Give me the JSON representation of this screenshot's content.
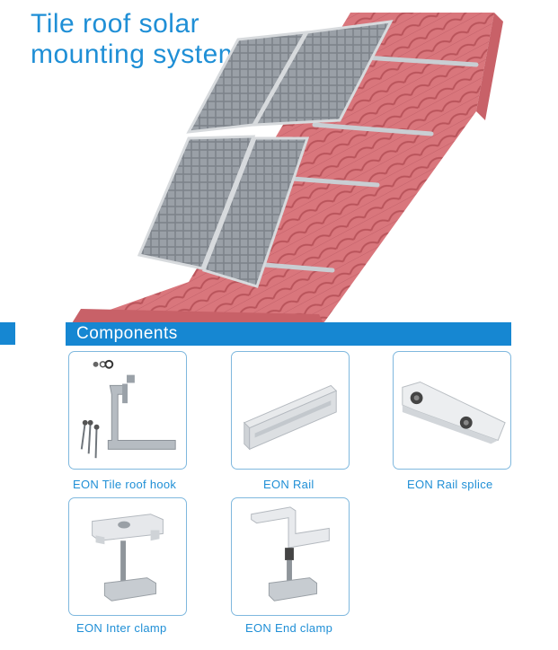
{
  "title": {
    "line1": "Tile roof solar",
    "line2": "mounting system"
  },
  "section": {
    "title": "Components"
  },
  "components": [
    {
      "label": "EON  Tile roof hook"
    },
    {
      "label": "EON  Rail"
    },
    {
      "label": "EON  Rail splice"
    },
    {
      "label": "EON  Inter  clamp"
    },
    {
      "label": "EON  End clamp"
    }
  ],
  "colors": {
    "accent": "#1687d2",
    "tile": "#d96f75",
    "panel": "#8a9097"
  }
}
